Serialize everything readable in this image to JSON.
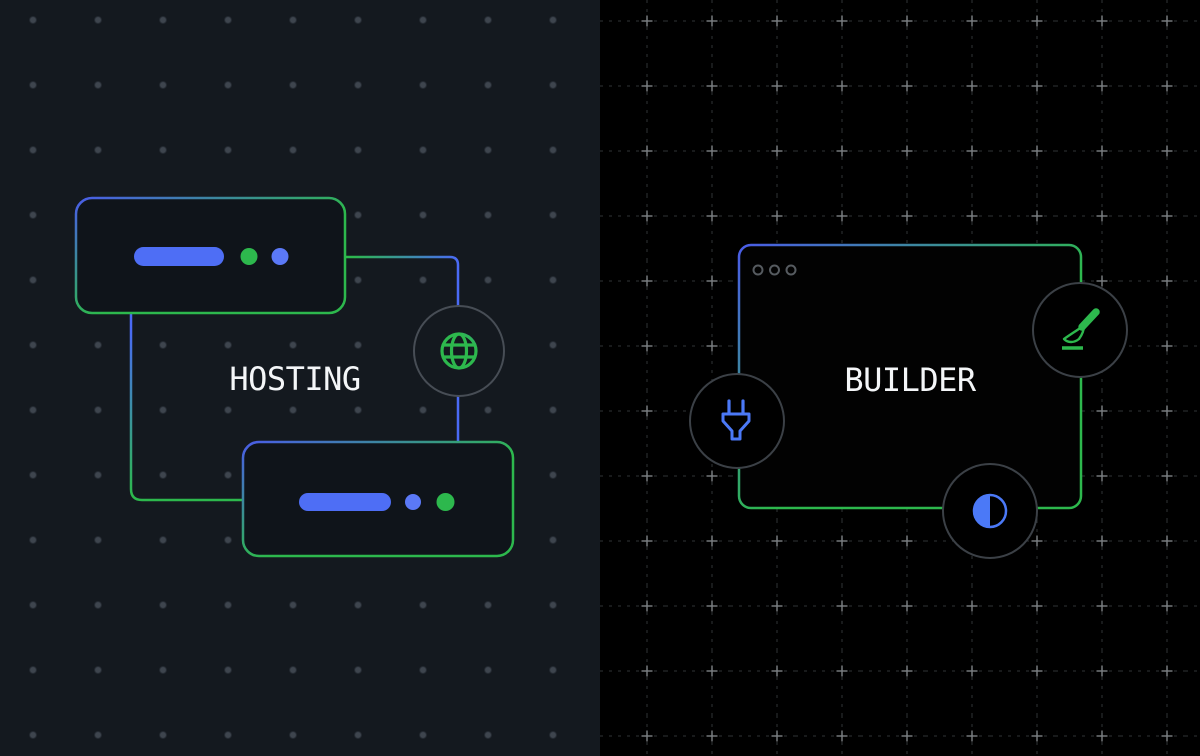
{
  "left_panel": {
    "label": "HOSTING",
    "background_color": "#14191f",
    "dot_grid_color": "#3a424c",
    "card_fill": "#0f141a",
    "accent_blue": "#4a6af5",
    "accent_green": "#2db84d",
    "badge_icon": "globe-icon",
    "cards": [
      {
        "name": "server-card-top",
        "bar_color": "#4e6ef5",
        "status_dots": [
          "green",
          "blue"
        ]
      },
      {
        "name": "server-card-bottom",
        "bar_color": "#4e6ef5",
        "status_dots": [
          "blue",
          "green"
        ]
      }
    ]
  },
  "right_panel": {
    "label": "BUILDER",
    "background_color": "#000000",
    "grid_dash_color": "#2f3336",
    "grid_cross_color": "#888c90",
    "window_fill": "#020202",
    "traffic_lights": 3,
    "badge_icons": [
      "paintbrush-icon",
      "plug-icon",
      "contrast-icon"
    ]
  },
  "text_color": "#f4f6f8"
}
